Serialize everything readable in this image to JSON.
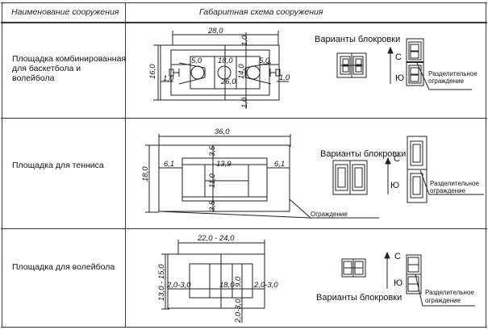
{
  "table": {
    "headers": {
      "name": "Наименование сооружения",
      "scheme": "Габаритная схема сооружения"
    },
    "rows": [
      {
        "name_lines": [
          "Площадка комбинированная",
          "для баскетбола и",
          "волейбола"
        ],
        "dimensions": {
          "total_length": "28,0",
          "total_width": "16,0",
          "court_length": "26,0",
          "volley_length": "18,0",
          "court_width": "14,0",
          "margin_top": "1,0",
          "margin_bottom": "1,0",
          "margin_left": "1,0",
          "margin_right": "1,0",
          "key_left": "5,0",
          "key_right": "5,0"
        },
        "blocking_label": "Варианты блокровки",
        "north": "С",
        "south": "Ю",
        "divider_lines": [
          "Разделительное",
          "ограждение"
        ]
      },
      {
        "name_lines": [
          "Площадка для тенниса"
        ],
        "dimensions": {
          "total_length": "36,0",
          "total_width": "18,0",
          "court_length": "13,9",
          "court_width": "11,0",
          "side_left": "6,1",
          "side_right": "6,1",
          "end_top": "3,5",
          "end_bottom": "3,5"
        },
        "fence_label": "Ограждение",
        "blocking_label": "Варианты блокровки",
        "north": "С",
        "south": "Ю",
        "divider_lines": [
          "Разделительное",
          "ограждение"
        ]
      },
      {
        "name_lines": [
          "Площадка для волейбола"
        ],
        "dimensions": {
          "total_length": "22,0 - 24,0",
          "total_width": "13,0 - 15,0",
          "court_length": "18,0",
          "court_width": "9,0",
          "side_left": "2,0-3,0",
          "side_right": "2,0-3,0",
          "end_bottom": "2,0-3,0"
        },
        "blocking_label": "Варианты блокровки",
        "north": "С",
        "south": "Ю",
        "divider_lines": [
          "Разделительное",
          "ограждение"
        ]
      }
    ]
  }
}
